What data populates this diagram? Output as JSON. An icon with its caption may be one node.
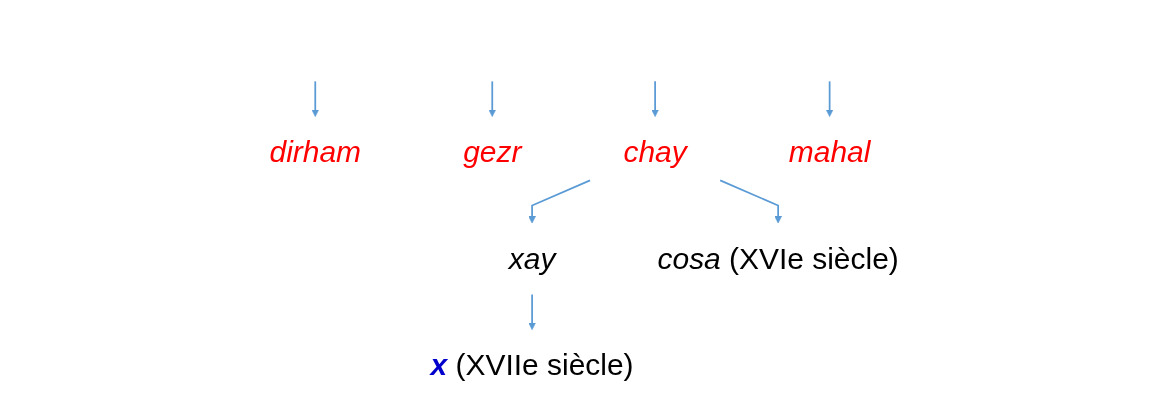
{
  "diagram": {
    "nodes": [
      {
        "text": [
          "dirham"
        ]
      },
      {
        "text": [
          "gezr"
        ]
      },
      {
        "text": [
          "chay"
        ]
      },
      {
        "text": [
          "mahal"
        ]
      },
      {
        "text": [
          "xay"
        ]
      },
      {
        "text": [
          "*cosa* (XVIe siècle)"
        ]
      },
      {
        "text": [
          "**x** (XVIIe siècle)"
        ]
      }
    ],
    "edges": [
      {
        "from": null,
        "to": 0,
        "arrow": "to"
      },
      {
        "from": null,
        "to": 1,
        "arrow": "to"
      },
      {
        "from": null,
        "to": 2,
        "arrow": "to"
      },
      {
        "from": null,
        "to": 3,
        "arrow": "to"
      },
      {
        "from": 2,
        "to": 4,
        "arrow": "to"
      },
      {
        "from": 2,
        "to": 5,
        "arrow": "to"
      },
      {
        "from": 4,
        "to": 6,
        "arrow": "to"
      }
    ]
  }
}
